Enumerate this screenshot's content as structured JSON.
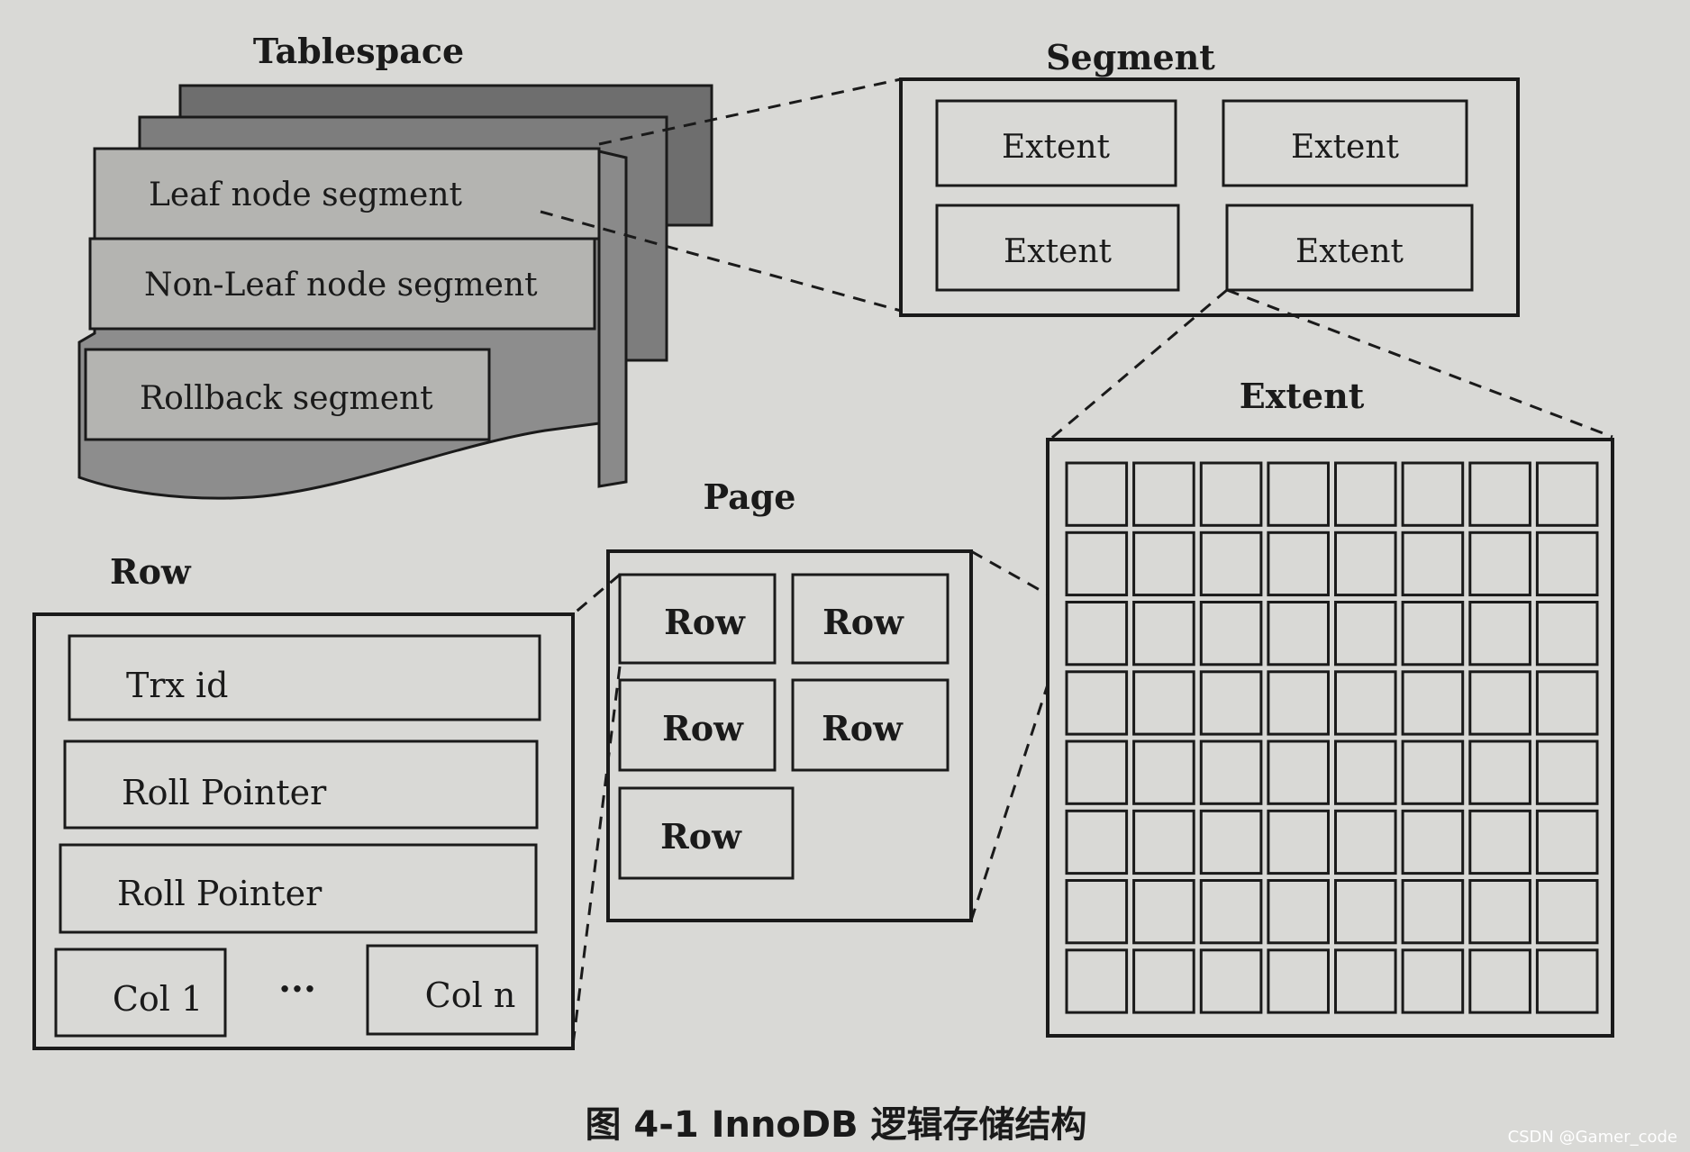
{
  "figure": {
    "caption": "图 4-1  InnoDB 逻辑存储结构",
    "watermark": "CSDN @Gamer_code"
  },
  "tablespace": {
    "title": "Tablespace",
    "segments": [
      "Leaf node segment",
      "Non-Leaf node segment",
      "Rollback segment"
    ]
  },
  "segment": {
    "title": "Segment",
    "extents": [
      "Extent",
      "Extent",
      "Extent",
      "Extent"
    ]
  },
  "extent": {
    "title": "Extent",
    "page_grid": {
      "rows": 8,
      "cols": 8
    }
  },
  "page": {
    "title": "Page",
    "rows": [
      "Row",
      "Row",
      "Row",
      "Row",
      "Row"
    ]
  },
  "row": {
    "title": "Row",
    "fields": [
      "Trx id",
      "Roll Pointer",
      "Roll Pointer"
    ],
    "col_first": "Col 1",
    "ellipsis": "···",
    "col_last": "Col n"
  },
  "colors": {
    "background": "#d9d9d6",
    "ink": "#1a1a1a",
    "layer_dark": "#6e6e6e",
    "layer_mid": "#8d8d8d",
    "segment_band": "#b4b4b1"
  }
}
